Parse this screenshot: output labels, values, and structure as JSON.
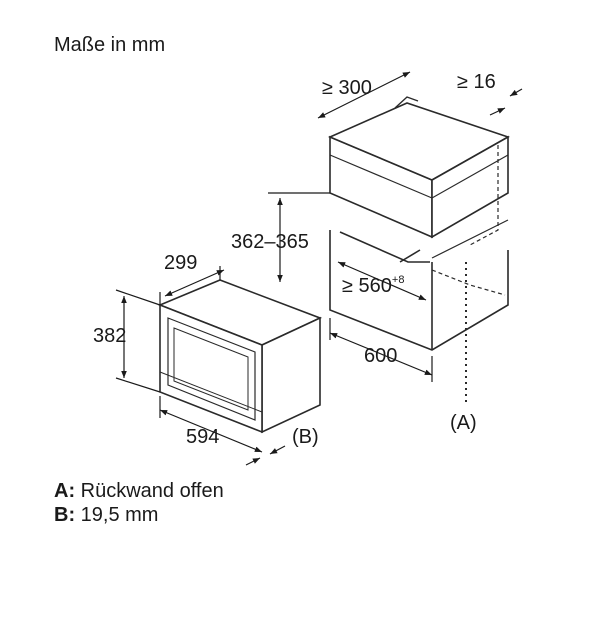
{
  "title": "Maße in mm",
  "dimensions": {
    "cab_depth": "≥ 300",
    "gap": "≥ 16",
    "niche_height": "362–365",
    "niche_width_prefix": "≥ 560",
    "niche_width_tol": "+8",
    "niche_depth": "600",
    "dev_depth": "299",
    "dev_height": "382",
    "dev_width": "594"
  },
  "callouts": {
    "a": "(A)",
    "b": "(B)"
  },
  "legend": [
    {
      "key": "A:",
      "text": " Rückwand offen"
    },
    {
      "key": "B:",
      "text": " 19,5 mm"
    }
  ]
}
